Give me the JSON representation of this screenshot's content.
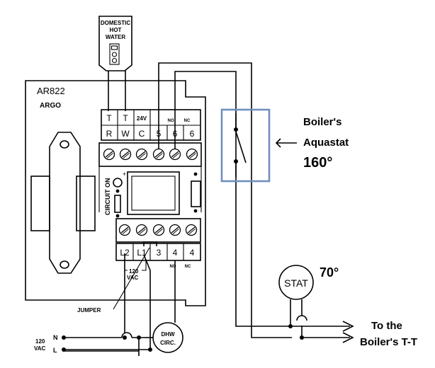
{
  "dhw_aquastat": {
    "line1": "DOMESTIC",
    "line2": "HOT",
    "line3": "WATER"
  },
  "module": {
    "model": "AR822",
    "brand": "ARGO"
  },
  "upper_terminals": {
    "top_row": [
      "T",
      "T",
      "24V"
    ],
    "no_label": "NO",
    "nc_label": "NC",
    "bottom_row": [
      "R",
      "W",
      "C",
      "5",
      "6",
      "6"
    ]
  },
  "circuit_on_label": "CIRCUIT ON",
  "lower_terminals": {
    "row": [
      "L2",
      "L1",
      "3",
      "4",
      "4"
    ],
    "no_label": "NO",
    "nc_label": "NC"
  },
  "supply_small": {
    "line1": "120",
    "line2": "VAC"
  },
  "jumper_label": "JUMPER",
  "mains": {
    "volt1": "120",
    "volt2": "VAC",
    "n": "N",
    "l": "L"
  },
  "dhw_circ": {
    "line1": "DHW",
    "line2": "CIRC."
  },
  "boiler_aquastat": {
    "line1": "Boiler's",
    "line2": "Aquastat",
    "temp": "160°"
  },
  "stat": {
    "label": "STAT",
    "temp": "70°"
  },
  "to_boiler": {
    "line1": "To the",
    "line2": "Boiler's T-T"
  },
  "colors": {
    "aquastat_box": "#6f8fbf",
    "line": "#000000"
  }
}
